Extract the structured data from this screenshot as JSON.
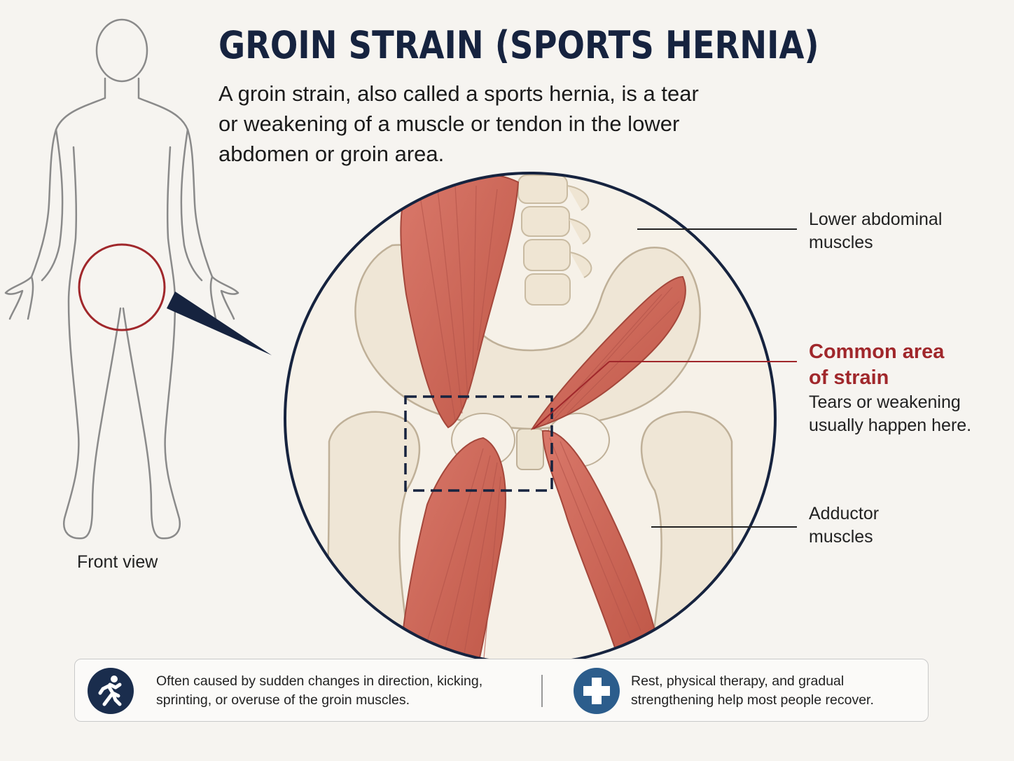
{
  "title": "GROIN STRAIN (SPORTS HERNIA)",
  "intro": "A groin strain, also called a sports hernia, is a tear or weakening of a muscle or tendon in the lower abdomen or groin area.",
  "figure": {
    "front_view_label": "Front view",
    "colors": {
      "navy": "#16233f",
      "muscle": "#cf6a5a",
      "bone": "#efe6d6",
      "highlight_red": "#a0272b"
    }
  },
  "callouts": {
    "lower_abdominal": {
      "line1": "Lower abdominal",
      "line2": "muscles"
    },
    "strain": {
      "title_line1": "Common area",
      "title_line2": "of strain",
      "desc_line1": "Tears or weakening",
      "desc_line2": "usually happen here."
    },
    "adductor": {
      "line1": "Adductor",
      "line2": "muscles"
    }
  },
  "info_bar": {
    "cause": {
      "icon": "running-person-icon",
      "text": "Often caused by sudden changes in direction, kicking, sprinting, or overuse of the groin muscles."
    },
    "treatment": {
      "icon": "medical-cross-icon",
      "text": "Rest, physical therapy, and gradual strengthening help most people recover."
    }
  }
}
